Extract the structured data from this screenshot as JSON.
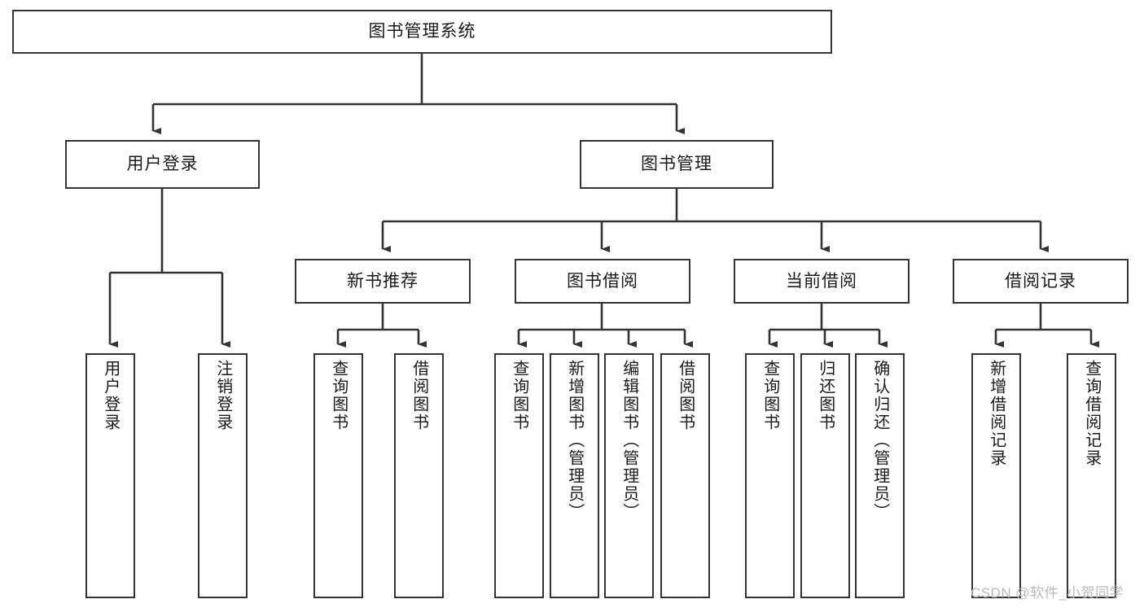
{
  "diagram": {
    "type": "tree",
    "title": "图书管理系统",
    "orientation": "top-down",
    "colors": {
      "stroke": "#333333",
      "fill": "#ffffff",
      "text": "#1a1a1a",
      "watermark": "#b9b9b9"
    },
    "root": {
      "label": "图书管理系统"
    },
    "level2": [
      {
        "label": "用户登录"
      },
      {
        "label": "图书管理"
      }
    ],
    "level3": [
      {
        "label": "新书推荐"
      },
      {
        "label": "图书借阅"
      },
      {
        "label": "当前借阅"
      },
      {
        "label": "借阅记录"
      }
    ],
    "leaves": {
      "user_login": [
        {
          "label": "用户登录"
        },
        {
          "label": "注销登录"
        }
      ],
      "new_book_recommend": [
        {
          "label": "查询图书"
        },
        {
          "label": "借阅图书"
        }
      ],
      "book_borrow": [
        {
          "label": "查询图书"
        },
        {
          "label": "新增图书（管理员）"
        },
        {
          "label": "编辑图书（管理员）"
        },
        {
          "label": "借阅图书"
        }
      ],
      "current_borrow": [
        {
          "label": "查询图书"
        },
        {
          "label": "归还图书"
        },
        {
          "label": "确认归还（管理员）"
        }
      ],
      "borrow_record": [
        {
          "label": "新增借阅记录"
        },
        {
          "label": "查询借阅记录"
        }
      ]
    }
  },
  "watermark": {
    "text": "CSDN @软件_小贺同学"
  }
}
